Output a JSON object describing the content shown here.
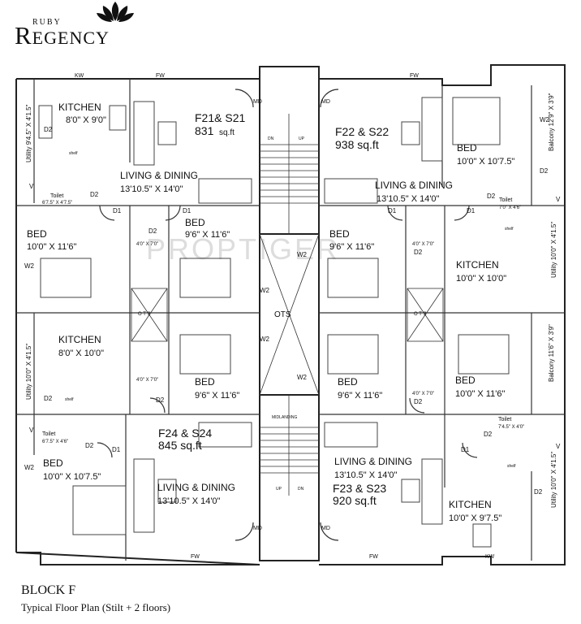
{
  "brand": {
    "small": "RUBY",
    "name": "Regency"
  },
  "footer": {
    "block": "BLOCK F",
    "subtitle": "Typical Floor Plan (Stilt + 2 floors)"
  },
  "watermark": "PROPTIGER",
  "units": {
    "f21": {
      "name": "F21& S21",
      "area": "831",
      "unit": "sq.ft"
    },
    "f22": {
      "name": "F22 & S22",
      "area": "938 sq.ft"
    },
    "f23": {
      "name": "F23 & S23",
      "area": "920 sq.ft"
    },
    "f24": {
      "name": "F24 & S24",
      "area": "845 sq.ft"
    }
  },
  "rooms": {
    "kitchen_tl": {
      "label": "KITCHEN",
      "size": "8'0\" X 9'0\""
    },
    "living_tl": {
      "label": "LIVING & DINING",
      "size": "13'10.5\" X 14'0\""
    },
    "living_tr": {
      "label": "LIVING & DINING",
      "size": "13'10.5\" X 14'0\""
    },
    "bed_tr_top": {
      "label": "BED",
      "size": "10'0\" X 10'7.5\""
    },
    "bed_l1": {
      "label": "BED",
      "size": "10'0\" X 11'6\""
    },
    "bed_l2": {
      "label": "BED",
      "size": "9'6\" X 11'6\""
    },
    "bed_r1": {
      "label": "BED",
      "size": "9'6\" X 11'6\""
    },
    "kitchen_r1": {
      "label": "KITCHEN",
      "size": "10'0\" X 10'0\""
    },
    "kitchen_l2": {
      "label": "KITCHEN",
      "size": "8'0\" X 10'0\""
    },
    "bed_l3": {
      "label": "BED",
      "size": "9'6\" X 11'6\""
    },
    "bed_r3": {
      "label": "BED",
      "size": "9'6\" X 11'6\""
    },
    "bed_r4": {
      "label": "BED",
      "size": "10'0\" X 11'6\""
    },
    "bed_bl": {
      "label": "BED",
      "size": "10'0\" X 10'7.5\""
    },
    "living_bl": {
      "label": "LIVING & DINING",
      "size": "13'10.5\" X 14'0\""
    },
    "living_br": {
      "label": "LIVING & DINING",
      "size": "13'10.5\" X 14'0\""
    },
    "kitchen_br": {
      "label": "KITCHEN",
      "size": "10'0\" X 9'7.5\""
    }
  },
  "small_labels": {
    "kw": "KW",
    "fw": "FW",
    "md": "MD",
    "d1": "D1",
    "d2": "D2",
    "w2": "W2",
    "v": "V",
    "ots": "OTS",
    "ots_small": "O T S",
    "toilet": "Toilet",
    "shelf": "shelf",
    "dn": "DN",
    "up": "UP",
    "midlanding": "MIDLANDING",
    "utility_tl": "Utility 9'4.5\" X 4'1.5\"",
    "utility_l2": "Utility 10'0\" X 4'1.5\"",
    "utility_r1": "Utility 10'0\" X 4'1.5\"",
    "utility_br": "Utility 10'0\" X 4'1.5\"",
    "balcony_r1": "Balcony 12'9\" X 3'9\"",
    "balcony_r2": "Balcony 11'6\" X 3'9\"",
    "toilet_tl": "6'7.5\" X 4'7.5\"",
    "toilet_bl": "6'7.5\" X 4'6\"",
    "toilet_tr": "7'0\" X 4'6\"",
    "toilet_br": "7'4.5\" X 4'0\"",
    "toilet_small": "4'0\" X 7'0\""
  }
}
